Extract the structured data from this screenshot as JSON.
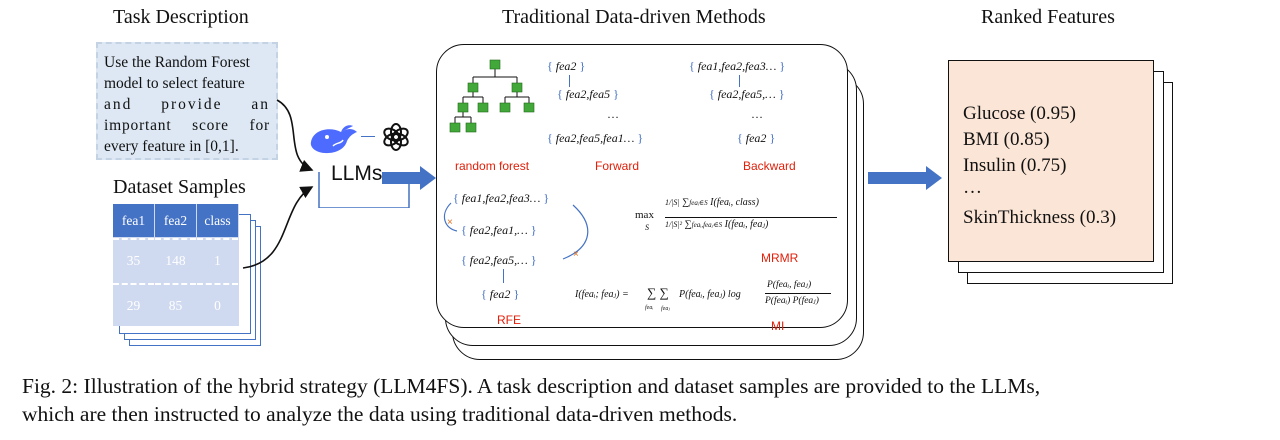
{
  "headers": {
    "task": "Task Description",
    "methods": "Traditional Data-driven Methods",
    "ranked": "Ranked Features",
    "dataset": "Dataset Samples"
  },
  "task_lines": [
    "Use the Random Forest",
    "model to select feature",
    "and provide an",
    "important score for",
    "every feature in [0,1]."
  ],
  "llms": {
    "label": "LLMs",
    "icons": [
      "whale-icon",
      "openai-knot-icon"
    ]
  },
  "table": {
    "headers": [
      "fea1",
      "fea2",
      "class"
    ],
    "rows": [
      [
        "35",
        "148",
        "1"
      ],
      [
        "29",
        "85",
        "0"
      ]
    ]
  },
  "methods": {
    "random_forest_label": "random forest",
    "forward": {
      "label": "Forward",
      "steps": [
        "fea2",
        "fea2,fea5",
        "…",
        "fea2,fea5,fea1…"
      ]
    },
    "backward": {
      "label": "Backward",
      "steps": [
        "fea1,fea2,fea3…",
        "fea2,fea5,…",
        "…",
        "fea2"
      ]
    },
    "rfe": {
      "label": "RFE",
      "steps": [
        "fea1,fea2,fea3…",
        "fea2,fea1,…",
        "fea2,fea5,…",
        "fea2"
      ]
    },
    "mrmr": {
      "label": "MRMR",
      "max": "max",
      "sub": "S",
      "num_frac": "1/|S|",
      "num_sum": "∑",
      "num_sub": "feaᵢ∈S",
      "num_expr": "I(feaᵢ, class)",
      "den_frac": "1/|S|²",
      "den_sum": "∑",
      "den_sub": "feaᵢ,feaⱼ∈S",
      "den_expr": "I(feaᵢ, feaⱼ)"
    },
    "mi": {
      "label": "MI",
      "lhs": "I(feaᵢ; feaⱼ) =",
      "sums": "∑ ∑",
      "sub1": "feaᵢ",
      "sub2": "feaⱼ",
      "mid": "P(feaᵢ, feaⱼ) log",
      "num": "P(feaᵢ, feaⱼ)",
      "den": "P(feaᵢ) P(feaⱼ)"
    }
  },
  "ranked_features": [
    "Glucose (0.95)",
    "BMI (0.85)",
    "Insulin (0.75)",
    "…",
    "SkinThickness (0.3)"
  ],
  "caption": [
    "Fig. 2: Illustration of the hybrid strategy (LLM4FS). A task description and dataset samples are provided to the LLMs,",
    "which are then instructed to analyze the data using traditional data-driven methods."
  ],
  "colors": {
    "arrow_blue": "#4472c4",
    "table_header": "#4472c4",
    "table_body": "#cfd9ef",
    "task_bg": "#dde8f4",
    "ranked_bg": "#fbe5d6",
    "tree_green": "#43a83a",
    "method_red": "#e0200a"
  }
}
